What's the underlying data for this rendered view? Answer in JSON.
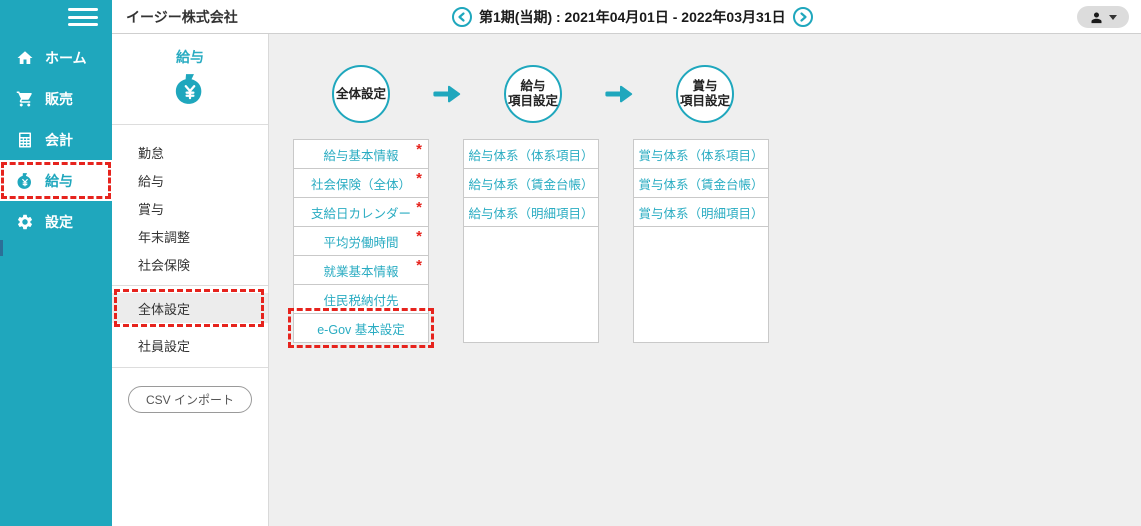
{
  "header": {
    "company": "イージー株式会社",
    "period": "第1期(当期) : 2021年04月01日 - 2022年03月31日"
  },
  "primary_sidebar": {
    "items": [
      {
        "label": "ホーム",
        "icon": "home-icon"
      },
      {
        "label": "販売",
        "icon": "cart-icon"
      },
      {
        "label": "会計",
        "icon": "calculator-icon"
      },
      {
        "label": "給与",
        "icon": "moneybag-icon",
        "active": true
      },
      {
        "label": "設定",
        "icon": "gear-icon"
      }
    ]
  },
  "secondary_sidebar": {
    "title": "給与",
    "items": [
      "勤怠",
      "給与",
      "賞与",
      "年末調整",
      "社会保険"
    ],
    "settings": [
      {
        "label": "全体設定",
        "active": true
      },
      {
        "label": "社員設定",
        "active": false
      }
    ],
    "csv_button": "CSV インポート"
  },
  "steps": [
    {
      "line1": "全体設定",
      "line2": ""
    },
    {
      "line1": "給与",
      "line2": "項目設定"
    },
    {
      "line1": "賞与",
      "line2": "項目設定"
    }
  ],
  "columns": [
    {
      "cells": [
        {
          "label": "給与基本情報",
          "mark": "*"
        },
        {
          "label": "社会保険（全体）",
          "mark": "*"
        },
        {
          "label": "支給日カレンダー",
          "mark": "*"
        },
        {
          "label": "平均労働時間",
          "mark": "*"
        },
        {
          "label": "就業基本情報",
          "mark": "*"
        },
        {
          "label": "住民税納付先",
          "mark": ""
        },
        {
          "label": "e-Gov 基本設定",
          "mark": "",
          "highlighted": true
        }
      ]
    },
    {
      "cells": [
        {
          "label": "給与体系（体系項目）"
        },
        {
          "label": "給与体系（賃金台帳）"
        },
        {
          "label": "給与体系（明細項目）"
        }
      ]
    },
    {
      "cells": [
        {
          "label": "賞与体系（体系項目）"
        },
        {
          "label": "賞与体系（賃金台帳）"
        },
        {
          "label": "賞与体系（明細項目）"
        }
      ]
    }
  ],
  "colors": {
    "accent": "#1fa7bd",
    "accent_text": "#2aacc2",
    "alert": "#e6231d",
    "main_bg": "#efefef"
  }
}
